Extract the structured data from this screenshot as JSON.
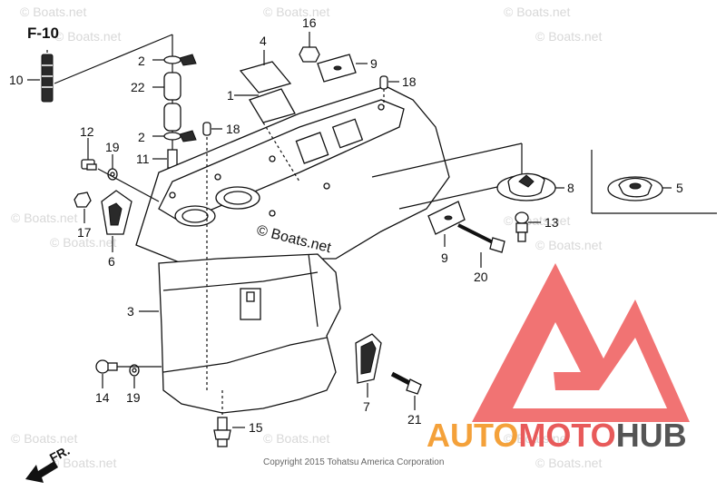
{
  "diagram": {
    "section_code": "F-10",
    "callouts": [
      "1",
      "2",
      "2",
      "3",
      "4",
      "5",
      "6",
      "7",
      "8",
      "9",
      "9",
      "10",
      "11",
      "12",
      "13",
      "14",
      "15",
      "16",
      "17",
      "18",
      "18",
      "19",
      "19",
      "20",
      "21",
      "22"
    ],
    "center_watermark": "© Boats.net",
    "background_watermark": "© Boats.net",
    "front_label": "FR.",
    "copyright": "Copyright 2015 Tohatsu America Corporation"
  },
  "logo": {
    "text_part1": "AUTO",
    "text_part2": "MOTO",
    "text_part3": "HUB",
    "colors": {
      "auto": "#f4a13a",
      "moto": "#e85a5a",
      "hub": "#555555",
      "triangle": "#ee5b5b"
    }
  }
}
